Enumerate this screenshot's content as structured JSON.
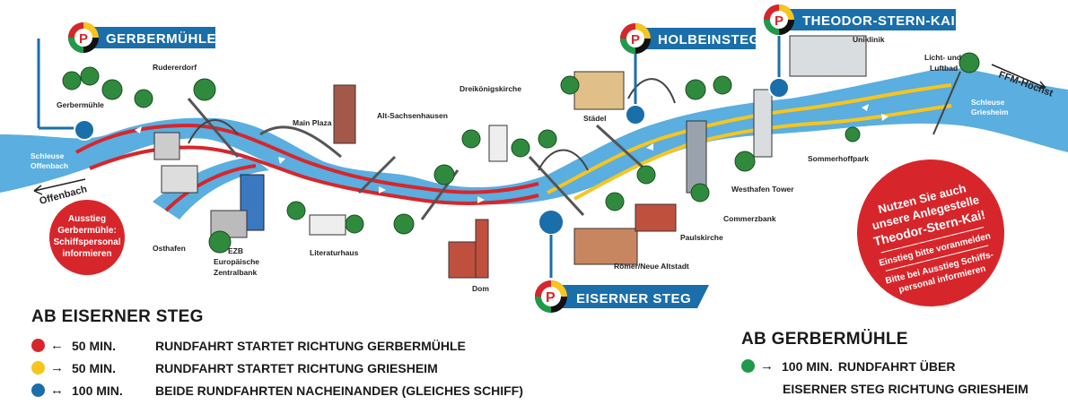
{
  "stops": {
    "gerbermuehle": "GERBERMÜHLE",
    "holbeinsteg": "HOLBEINSTEG",
    "theodor_stern_kai": "THEODOR-STERN-KAI",
    "eiserner_steg": "EISERNER STEG"
  },
  "place_labels": {
    "gerbermuehle": "Gerbermühle",
    "ruderdorf": "Rudererdorf",
    "main_plaza": "Main Plaza",
    "alt_sachsenhausen": "Alt-Sachsenhausen",
    "dreikoenigskirche": "Dreikönigskirche",
    "staedel": "Städel",
    "uniklinik": "Uniklinik",
    "licht_luftbad_1": "Licht- und",
    "licht_luftbad_2": "Luftbad",
    "ffm_hoechst": "FFM-Höchst",
    "schleuse_griesheim_1": "Schleuse",
    "schleuse_griesheim_2": "Griesheim",
    "sommerhoffpark": "Sommerhoffpark",
    "westhafen_tower": "Westhafen Tower",
    "commerzbank": "Commerzbank",
    "paulskirche": "Paulskirche",
    "roemer": "Römer/Neue Altstadt",
    "dom": "Dom",
    "literaturhaus": "Literaturhaus",
    "ezb_1": "EZB",
    "ezb_2": "Europäische",
    "ezb_3": "Zentralbank",
    "osthafen": "Osthafen",
    "schleuse_offenbach_1": "Schleuse",
    "schleuse_offenbach_2": "Offenbach",
    "offenbach": "Offenbach"
  },
  "callout_left": {
    "line1": "Ausstieg",
    "line2": "Gerbermühle:",
    "line3": "Schiffspersonal",
    "line4": "informieren"
  },
  "callout_right": {
    "line1": "Nutzen Sie auch",
    "line2": "unsere Anlegestelle",
    "line3": "Theodor-Stern-Kai!",
    "line4": "Einstieg bitte voranmelden",
    "line5": "Bitte bei Ausstieg Schiffs-",
    "line6": "personal informieren"
  },
  "legend_left": {
    "title": "AB EISERNER STEG",
    "rows": [
      {
        "arrow": "←",
        "duration": "50 MIN.",
        "text": "RUNDFAHRT STARTET RICHTUNG GERBERMÜHLE"
      },
      {
        "arrow": "→",
        "duration": "50 MIN.",
        "text": "RUNDFAHRT STARTET RICHTUNG GRIESHEIM"
      },
      {
        "arrow": "↔",
        "duration": "100 MIN.",
        "text": "BEIDE RUNDFAHRTEN NACHEINANDER (GLEICHES SCHIFF)"
      }
    ]
  },
  "legend_right": {
    "title": "AB GERBERMÜHLE",
    "arrow": "→",
    "duration": "100 MIN.",
    "text1": "RUNDFAHRT ÜBER",
    "text2": "EISERNER STEG RICHTUNG GRIESHEIM"
  },
  "colors": {
    "river": "#5aaee0",
    "route_red": "#d7262b",
    "route_yellow": "#f7c51e",
    "stop_blue": "#1a6eaa",
    "green": "#1f9a4a",
    "callout_red": "#d7262b"
  }
}
